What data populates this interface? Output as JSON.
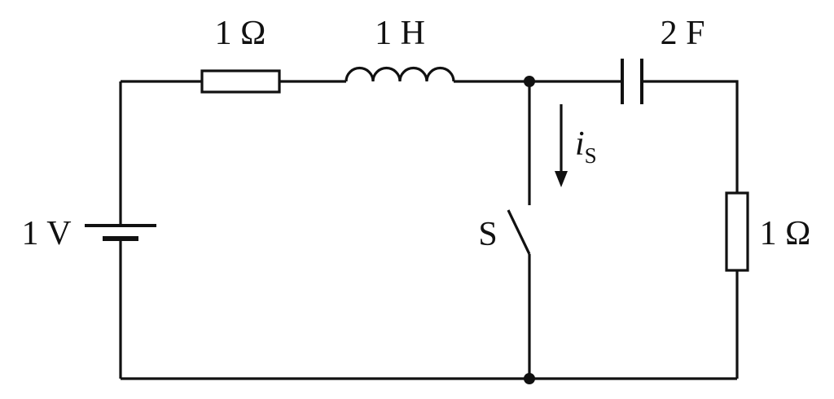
{
  "labels": {
    "source": "1 V",
    "resistor_top": "1 Ω",
    "inductor": "1 H",
    "capacitor": "2 F",
    "resistor_right": "1 Ω",
    "switch": "S",
    "current_symbol": "i",
    "current_subscript": "S"
  },
  "colors": {
    "line": "#111111",
    "background": "#ffffff"
  }
}
